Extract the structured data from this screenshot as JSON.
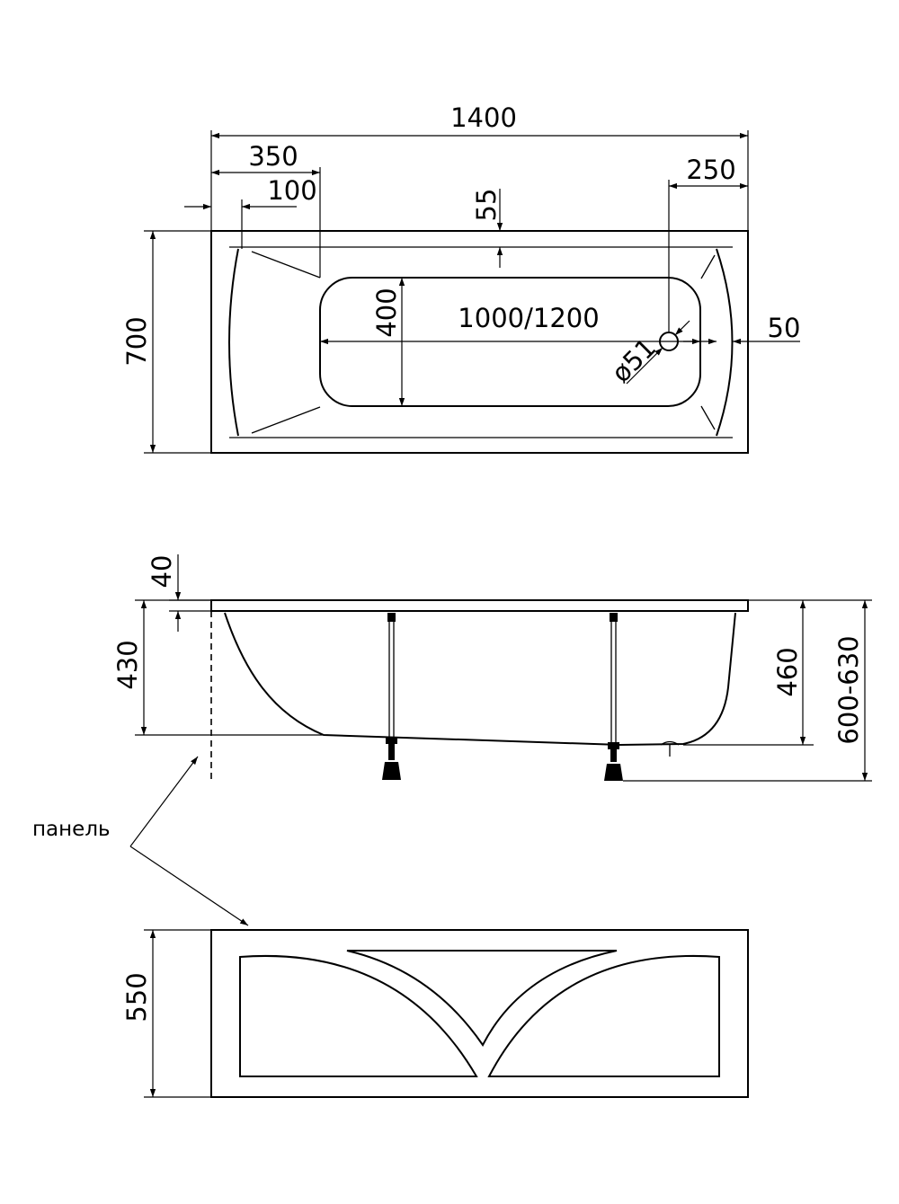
{
  "top_view": {
    "overall_length": "1400",
    "left_offset": "350",
    "right_offset": "250",
    "rim_offset": "100",
    "rim_top": "55",
    "width": "700",
    "bottom_width": "400",
    "bottom_length": "1000/1200",
    "drain_diameter": "ø51",
    "right_rim": "50"
  },
  "side_view": {
    "rim_thickness": "40",
    "depth_inner": "430",
    "depth_outer": "460",
    "total_height": "600-630"
  },
  "panel": {
    "label": "панель",
    "height": "550"
  }
}
